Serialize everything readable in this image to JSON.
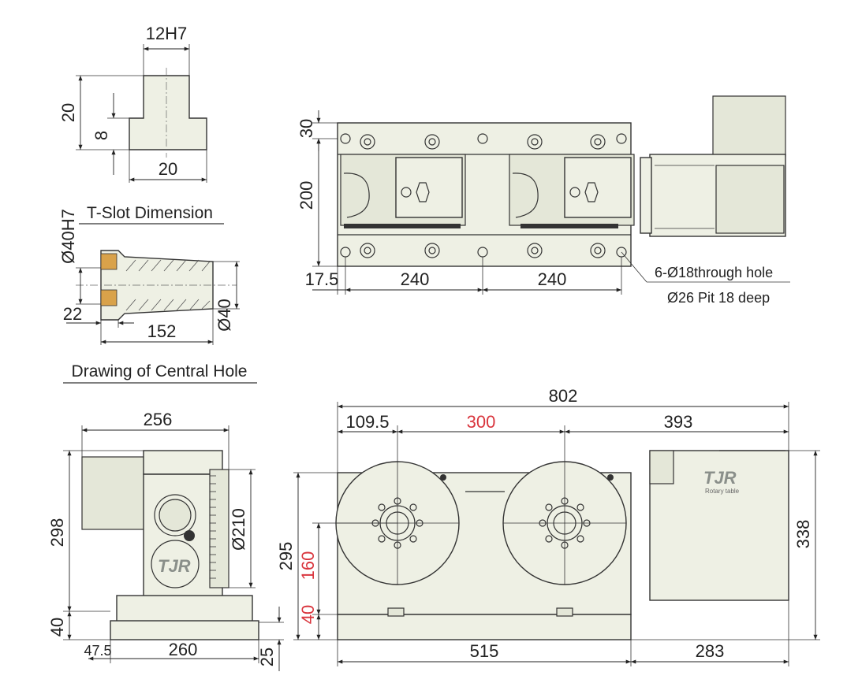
{
  "tslot": {
    "width_top": "12H7",
    "height": "20",
    "depth": "8",
    "width_bottom": "20",
    "caption": "T-Slot Dimension"
  },
  "central_hole": {
    "bore": "Ø40H7",
    "outer": "Ø40",
    "offset": "22",
    "length": "152",
    "caption": "Drawing of Central Hole"
  },
  "top_view": {
    "dim_30": "30",
    "dim_200": "200",
    "dim_17_5": "17.5",
    "dim_240_a": "240",
    "dim_240_b": "240",
    "note_line1": "6-Ø18through hole",
    "note_line2": "Ø26 Pit 18 deep"
  },
  "side_view": {
    "dim_256": "256",
    "dim_298": "298",
    "dim_210": "Ø210",
    "dim_40": "40",
    "dim_47_5": "47.5",
    "dim_260": "260",
    "dim_25": "25"
  },
  "front_view": {
    "dim_802": "802",
    "dim_109_5": "109.5",
    "dim_300": "300",
    "dim_393": "393",
    "dim_295": "295",
    "dim_160": "160",
    "dim_40": "40",
    "dim_338": "338",
    "dim_515": "515",
    "dim_283": "283"
  },
  "logo": {
    "mark": "TJR",
    "sub": "Rotary table"
  },
  "colors": {
    "accent_red": "#d9363e",
    "part_fill": "#eef0e4",
    "brass": "#d9a24a"
  }
}
